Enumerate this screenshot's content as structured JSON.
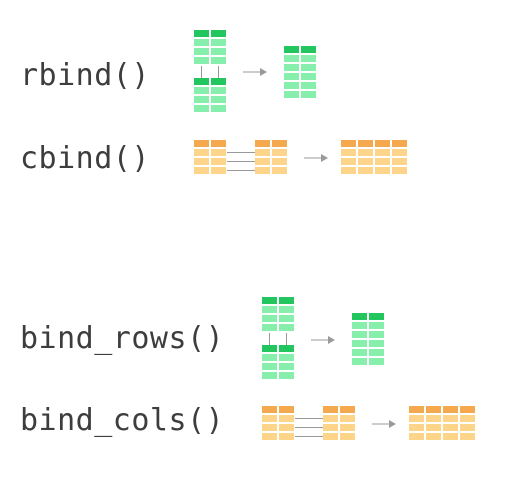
{
  "functions": [
    {
      "label": "rbind()",
      "type": "rows"
    },
    {
      "label": "cbind()",
      "type": "cols"
    },
    {
      "label": "bind_rows()",
      "type": "rows"
    },
    {
      "label": "bind_cols()",
      "type": "cols"
    }
  ],
  "colors": {
    "text": "#3d3d3d",
    "green_header": "#22c55e",
    "green_cell": "#86efac",
    "orange_header": "#f5a94e",
    "orange_cell": "#fcd48a",
    "connector": "#999999",
    "arrow": "#9a9a9a"
  },
  "icons": {
    "arrow": "right-arrow-icon",
    "row_table": "green-table-icon",
    "col_table": "orange-table-icon"
  }
}
